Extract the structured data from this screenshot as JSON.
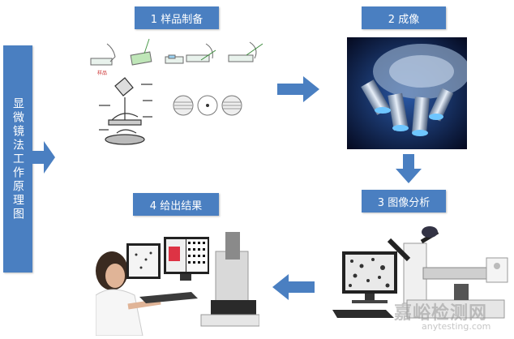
{
  "side_title": "显微镜法工作原理图",
  "steps": {
    "s1": "1 样品制备",
    "s2": "2 成像",
    "s3": "3 图像分析",
    "s4": "4 给出结果"
  },
  "watermark": {
    "main": "嘉峪检测网",
    "sub": "anytesting.com"
  }
}
